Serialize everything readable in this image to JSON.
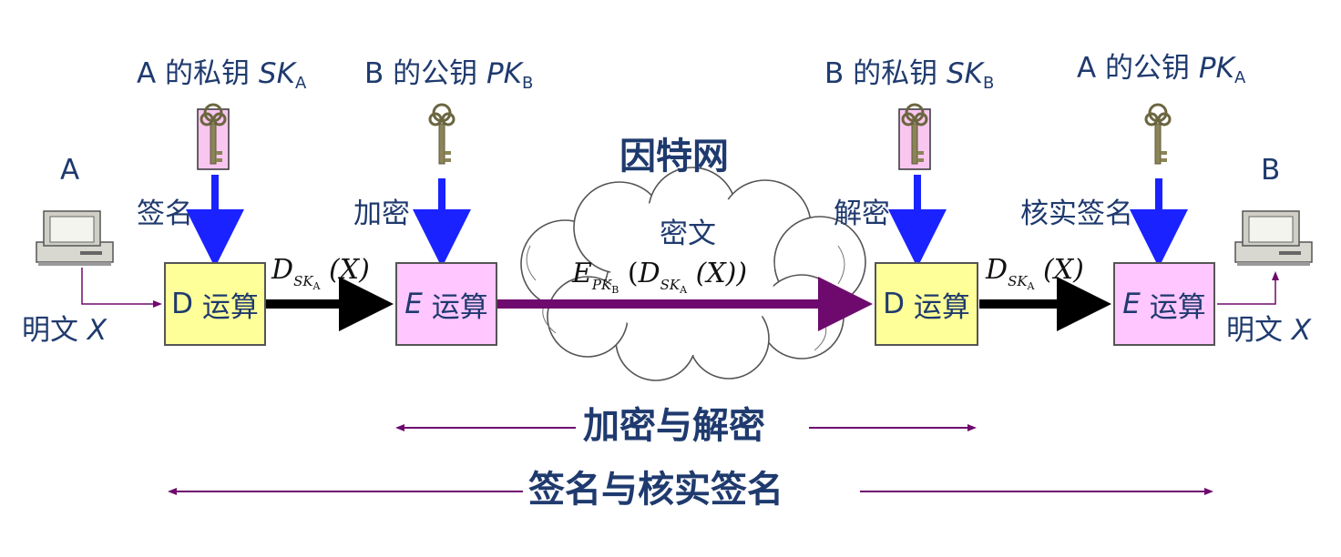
{
  "colors": {
    "text": "#1f3a6e",
    "blue_arrow": "#1a22ff",
    "black_arrow": "#000000",
    "purple_arrow": "#6e0a6e",
    "d_box": "#ffff99",
    "e_box": "#ffc6ff",
    "key_bg": "#f9c6f0"
  },
  "sender": {
    "name": "A",
    "plaintext_prefix": "明文",
    "plaintext_var": "X"
  },
  "receiver": {
    "name": "B",
    "plaintext_prefix": "明文",
    "plaintext_var": "X"
  },
  "keys": {
    "a_private": {
      "prefix": "A 的私钥",
      "symbol": "SK",
      "sub": "A"
    },
    "b_public": {
      "prefix": "B 的公钥",
      "symbol": "PK",
      "sub": "B"
    },
    "b_private": {
      "prefix": "B 的私钥",
      "symbol": "SK",
      "sub": "B"
    },
    "a_public": {
      "prefix": "A 的公钥",
      "symbol": "PK",
      "sub": "A"
    }
  },
  "actions": {
    "sign": "签名",
    "encrypt": "加密",
    "decrypt": "解密",
    "verify": "核实签名"
  },
  "boxes": {
    "d1": {
      "op": "D",
      "text": "运算"
    },
    "e1": {
      "op": "E",
      "text": "运算"
    },
    "d2": {
      "op": "D",
      "text": "运算"
    },
    "e2": {
      "op": "E",
      "text": "运算"
    }
  },
  "internet": {
    "title": "因特网",
    "ciphertext": "密文"
  },
  "formulas": {
    "signed1": {
      "op": "D",
      "key": "SK",
      "key_sub": "A",
      "arg": "(X)"
    },
    "cipher": {
      "outer_op": "E",
      "outer_key": "PK",
      "outer_sub": "B",
      "inner_op": "D",
      "inner_key": "SK",
      "inner_sub": "A",
      "open": "(",
      "inner_arg": "(X))"
    },
    "signed2": {
      "op": "D",
      "key": "SK",
      "key_sub": "A",
      "arg": "(X)"
    }
  },
  "bottom": {
    "enc_dec": "加密与解密",
    "sign_verify": "签名与核实签名"
  }
}
